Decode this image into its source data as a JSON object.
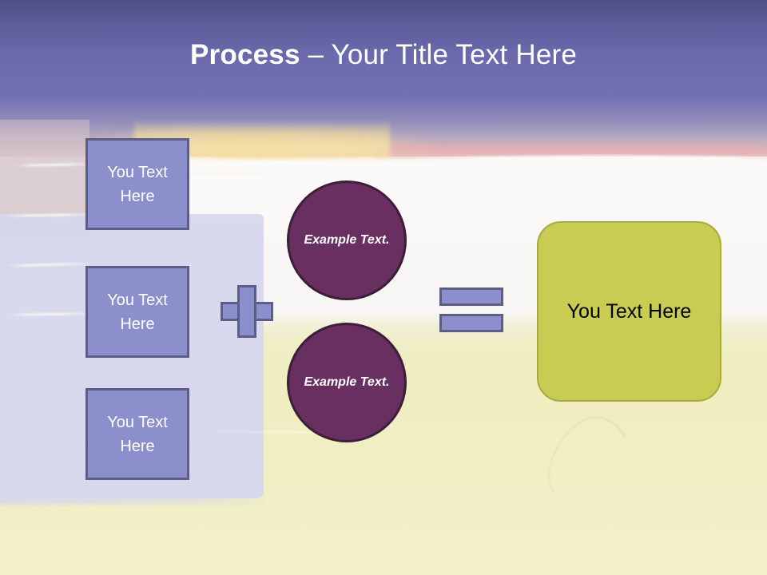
{
  "slide": {
    "title_bold": "Process",
    "title_sep": " – ",
    "title_rest": "Your Title Text Here"
  },
  "inputs": {
    "boxes": [
      {
        "label": "You Text Here"
      },
      {
        "label": "You Text Here"
      },
      {
        "label": "You Text Here"
      }
    ]
  },
  "operators": {
    "plus": "+",
    "equals": "="
  },
  "factors": {
    "circles": [
      {
        "label": "Example Text."
      },
      {
        "label": "Example Text."
      }
    ]
  },
  "result": {
    "label": "You Text Here"
  },
  "colors": {
    "title_text": "#ffffff",
    "sky_top": "#4f4f86",
    "sky_bottom": "#f0d2cd",
    "box_fill": "#8b8fcb",
    "box_border": "#5d5d85",
    "box_text": "#ffffff",
    "circle_fill": "#682f60",
    "circle_border": "#3b1f38",
    "circle_text": "#ffffff",
    "result_fill": "#c9cc52",
    "result_border": "#a8ab3f",
    "result_text": "#000000",
    "lavender_block": "#d6d7ec",
    "sand": "#f0eec4"
  }
}
